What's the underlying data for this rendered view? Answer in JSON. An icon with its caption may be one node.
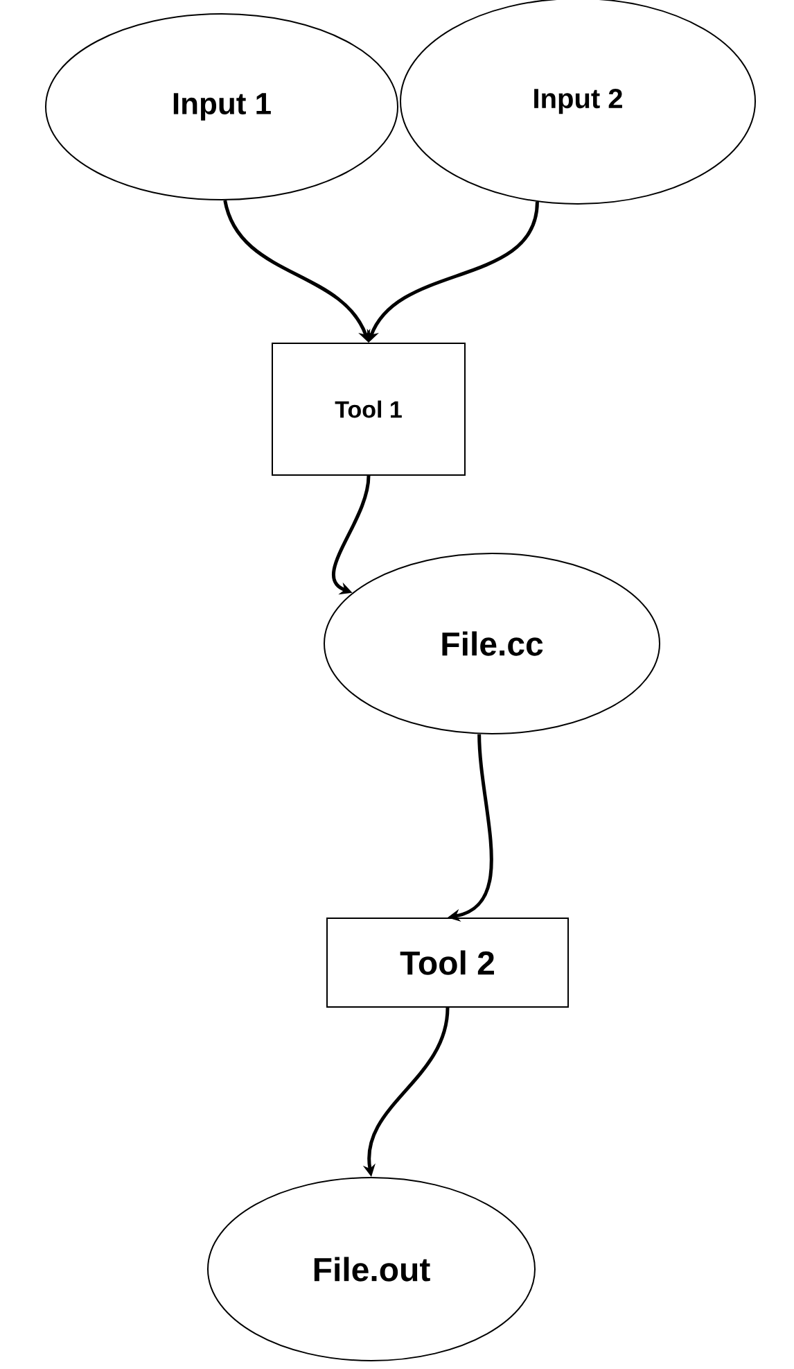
{
  "diagram": {
    "nodes": [
      {
        "text": [
          "Input 1"
        ]
      },
      {
        "text": [
          "Input 2"
        ]
      },
      {
        "text": [
          "Tool 1"
        ]
      },
      {
        "text": [
          "File.cc"
        ]
      },
      {
        "text": [
          "Tool 2"
        ]
      },
      {
        "text": [
          "File.out"
        ]
      }
    ],
    "edges": [
      {
        "from": 0,
        "to": 2,
        "arrow": "to"
      },
      {
        "from": 1,
        "to": 2,
        "arrow": "to"
      },
      {
        "from": 2,
        "to": 3,
        "arrow": "to"
      },
      {
        "from": 3,
        "to": 4,
        "arrow": "to"
      },
      {
        "from": 4,
        "to": 5,
        "arrow": "to"
      }
    ]
  }
}
